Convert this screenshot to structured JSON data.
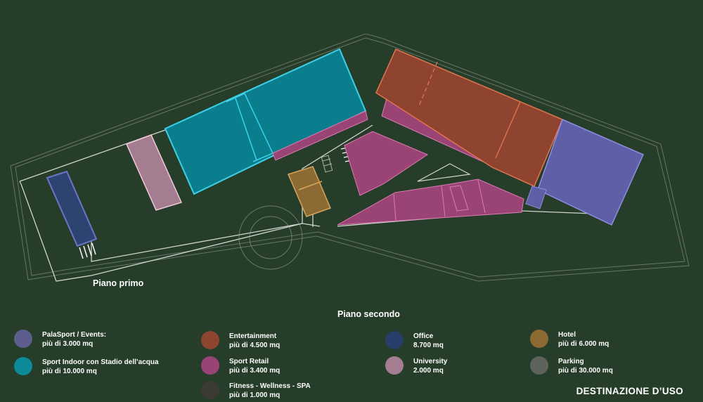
{
  "captions": {
    "piano_primo": "Piano primo",
    "piano_secondo": "Piano secondo"
  },
  "legend_title": "DESTINAZIONE D’USO",
  "legend": [
    {
      "key": "palasport",
      "name": "PalaSport / Events:",
      "value": "più di 3.000 mq",
      "color": "#5d5d8e"
    },
    {
      "key": "sport-indoor",
      "name": "Sport Indoor con Stadio dell’acqua",
      "value": "più di 10.000 mq",
      "color": "#0c8a97"
    },
    {
      "key": "entertainment",
      "name": "Entertainment",
      "value": "più di 4.500 mq",
      "color": "#8f4430"
    },
    {
      "key": "sport-retail",
      "name": "Sport Retail",
      "value": "più di 3.400 mq",
      "color": "#9a4375"
    },
    {
      "key": "fitness",
      "name": "Fitness - Wellness - SPA",
      "value": "più di 1.000 mq",
      "color": "#3c3b33"
    },
    {
      "key": "office",
      "name": "Office",
      "value": "8.700 mq",
      "color": "#273e69"
    },
    {
      "key": "university",
      "name": "University",
      "value": "2.000 mq",
      "color": "#a47e90"
    },
    {
      "key": "hotel",
      "name": "Hotel",
      "value": "più di 6.000 mq",
      "color": "#8c6a33"
    },
    {
      "key": "parking",
      "name": "Parking",
      "value": "più di 30.000 mq",
      "color": "#5f635e"
    }
  ],
  "colors": {
    "background": "#263d2a",
    "outline": "#d8dcd4"
  }
}
